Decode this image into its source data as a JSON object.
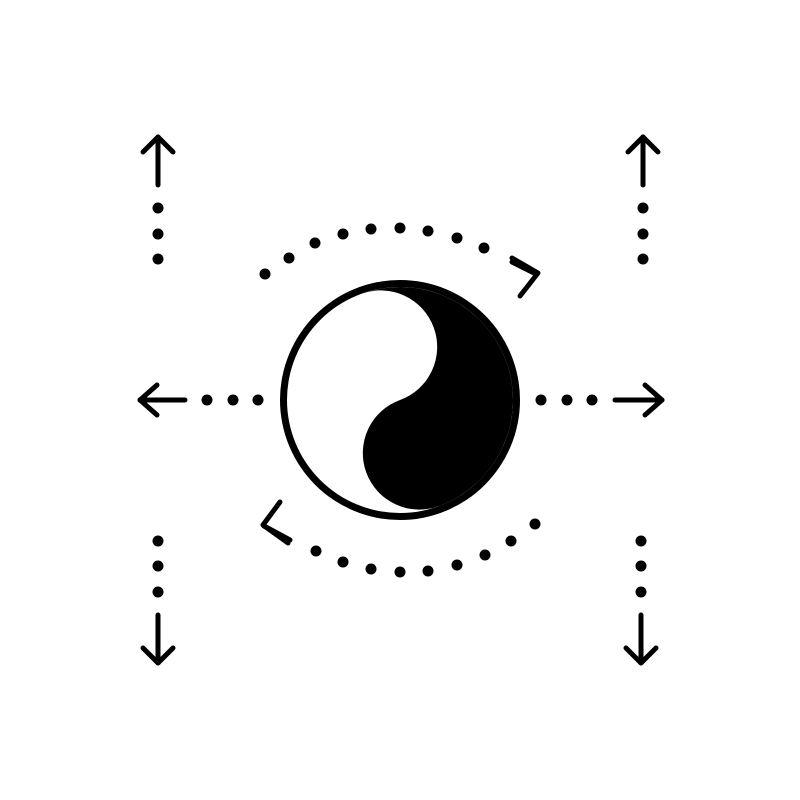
{
  "icon": {
    "name": "yin-yang-balance-icon",
    "description_label": "",
    "colors": {
      "ink": "#000000",
      "paper": "#ffffff"
    },
    "elements": [
      "yin-yang-symbol",
      "rotation-arrow-clockwise",
      "rotation-arrow-counterclockwise",
      "arrow-left",
      "arrow-right",
      "arrow-up-left",
      "arrow-up-right",
      "arrow-down-left",
      "arrow-down-right"
    ]
  }
}
